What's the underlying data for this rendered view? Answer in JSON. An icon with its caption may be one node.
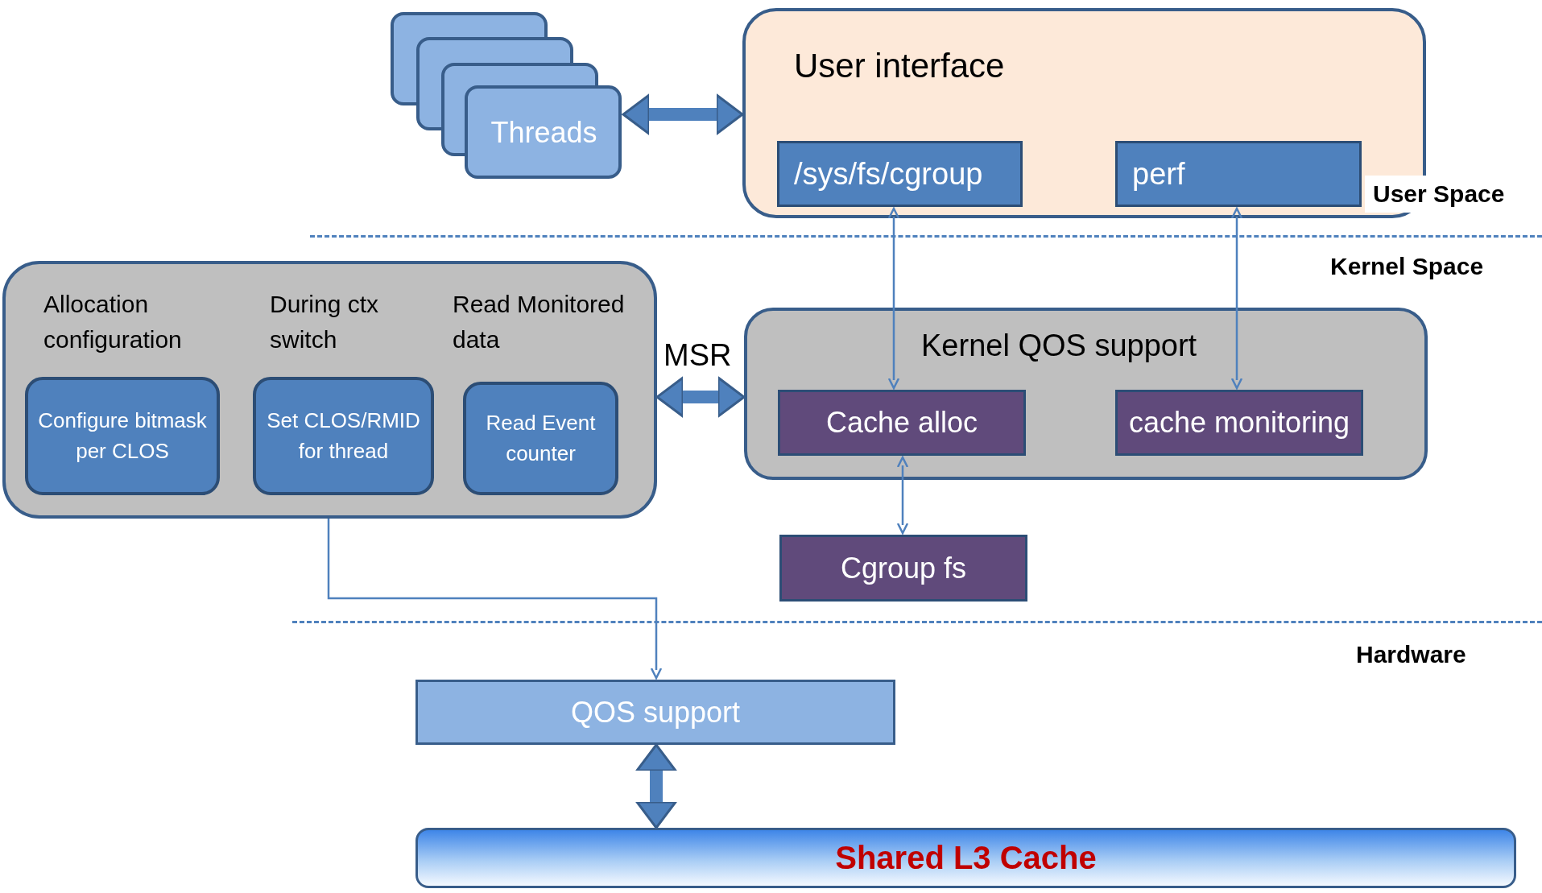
{
  "diagram": {
    "nodes": [
      {
        "text": [
          "Threads"
        ]
      },
      {
        "text": [
          "User interface"
        ]
      },
      {
        "text": [
          "/sys/fs/cgroup"
        ],
        "in": 1
      },
      {
        "text": [
          "perf"
        ],
        "in": 1
      },
      {
        "text": [
          "Allocation configuration",
          "During ctx switch",
          "Read Monitored data"
        ]
      },
      {
        "text": [
          "Configure bitmask per CLOS"
        ],
        "in": 4
      },
      {
        "text": [
          "Set CLOS/RMID for thread"
        ],
        "in": 4
      },
      {
        "text": [
          "Read Event counter"
        ],
        "in": 4
      },
      {
        "text": [
          "Kernel QOS support"
        ]
      },
      {
        "text": [
          "Cache alloc"
        ],
        "in": 8
      },
      {
        "text": [
          "cache monitoring"
        ],
        "in": 8
      },
      {
        "text": [
          "Cgroup fs"
        ]
      },
      {
        "text": [
          "QOS support"
        ]
      },
      {
        "text": [
          "Shared L3 Cache"
        ]
      }
    ],
    "edges": [
      {
        "from": 0,
        "to": 1,
        "arrow": "both",
        "style": "thick"
      },
      {
        "from": 2,
        "to": 9,
        "arrow": "both"
      },
      {
        "from": 3,
        "to": 10,
        "arrow": "both"
      },
      {
        "from": 4,
        "to": 8,
        "arrow": "both",
        "style": "thick",
        "label": "MSR"
      },
      {
        "from": 9,
        "to": 11,
        "arrow": "both"
      },
      {
        "from": 4,
        "to": 12,
        "arrow": "to"
      },
      {
        "from": 12,
        "to": 13,
        "arrow": "both",
        "style": "thick"
      }
    ],
    "labels": [
      "User Space",
      "Kernel Space",
      "Hardware"
    ]
  }
}
